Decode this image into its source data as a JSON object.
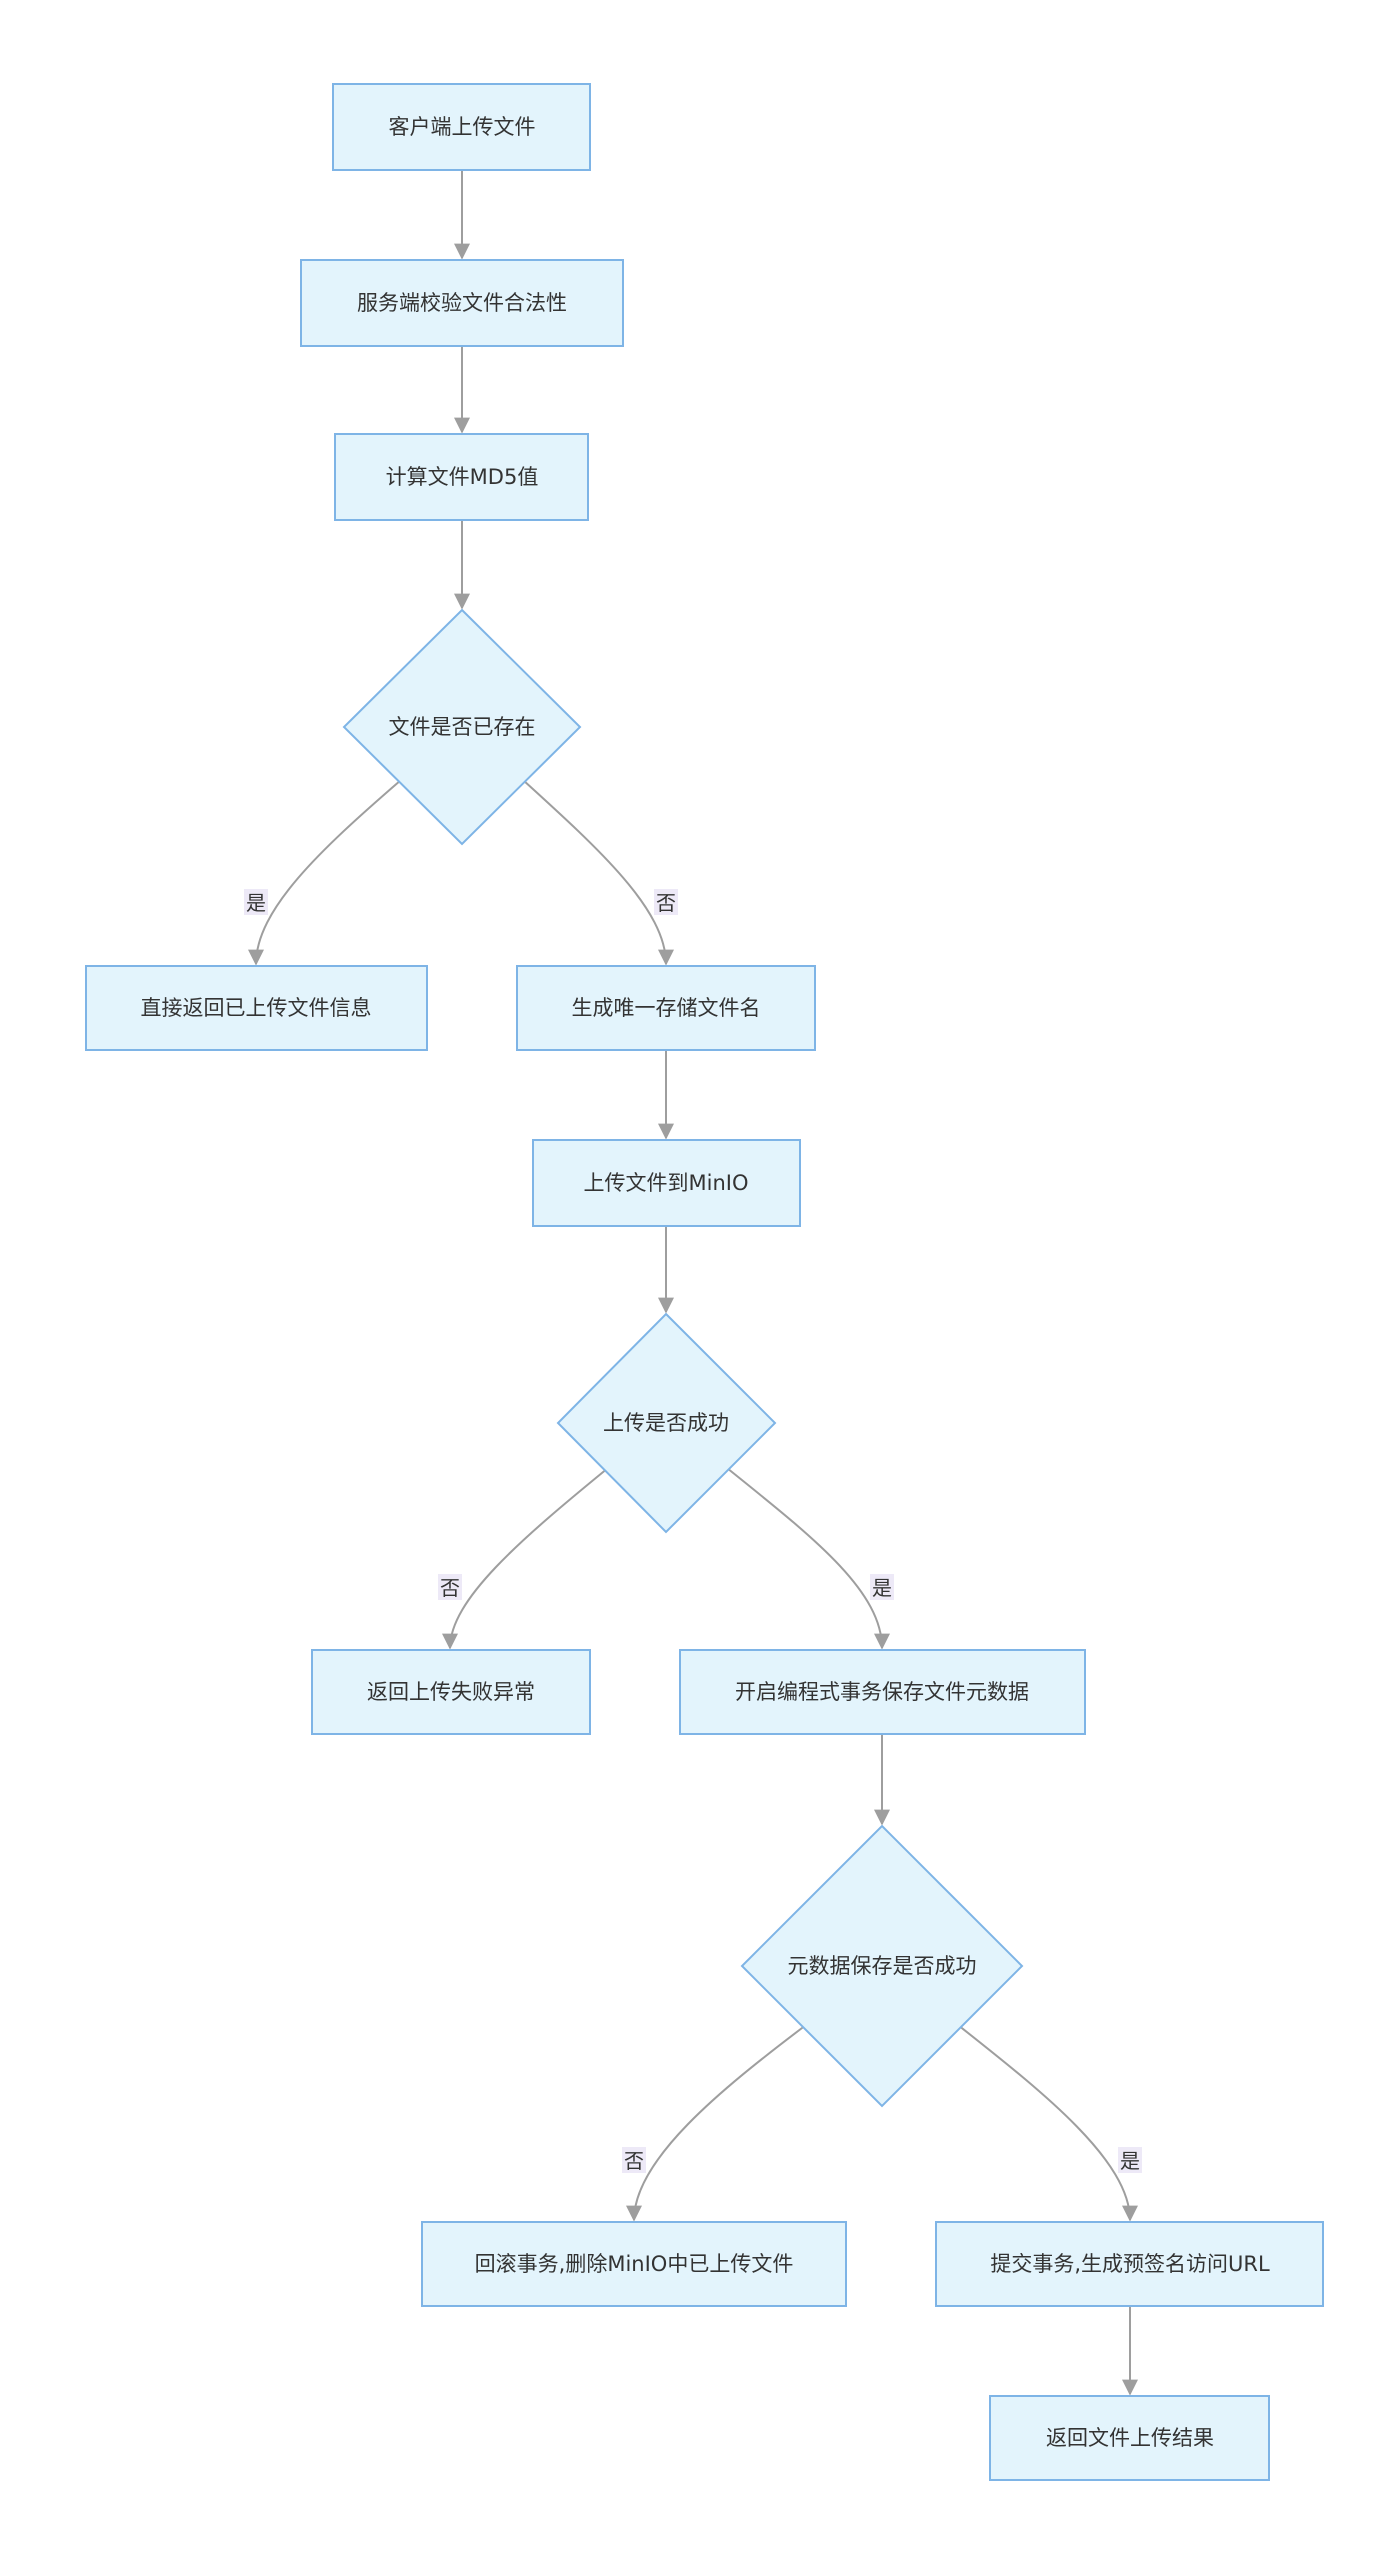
{
  "colors": {
    "node_fill": "#e3f4fc",
    "node_border": "#7eb4e6",
    "edge": "#9e9e9e",
    "text": "#333333",
    "label_background": "#ede9f7"
  },
  "nodes": {
    "client_upload": "客户端上传文件",
    "server_validate": "服务端校验文件合法性",
    "compute_md5": "计算文件MD5值",
    "file_exists": "文件是否已存在",
    "return_existing": "直接返回已上传文件信息",
    "gen_name": "生成唯一存储文件名",
    "upload_minio": "上传文件到MinIO",
    "upload_success": "上传是否成功",
    "return_fail": "返回上传失败异常",
    "start_tx": "开启编程式事务保存文件元数据",
    "meta_success": "元数据保存是否成功",
    "rollback": "回滚事务,删除MinIO中已上传文件",
    "commit": "提交事务,生成预签名访问URL",
    "return_result": "返回文件上传结果"
  },
  "edge_labels": {
    "exists_yes": "是",
    "exists_no": "否",
    "upload_no": "否",
    "upload_yes": "是",
    "meta_no": "否",
    "meta_yes": "是"
  }
}
